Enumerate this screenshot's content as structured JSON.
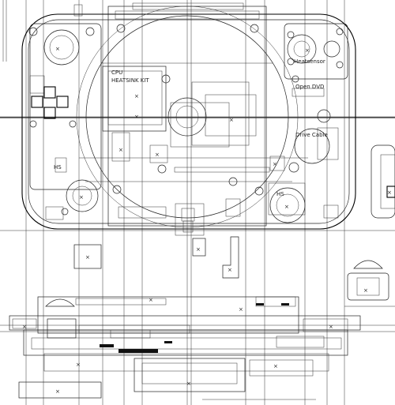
{
  "labels": {
    "cpu": "CPU",
    "heatsink": "HEATSINK KIT",
    "heatsensor": "Heatsensor",
    "open_dvd": "Open DVD",
    "drive_cable": "Drive Cable",
    "hs_left": "HS",
    "hs_right": "HS"
  }
}
